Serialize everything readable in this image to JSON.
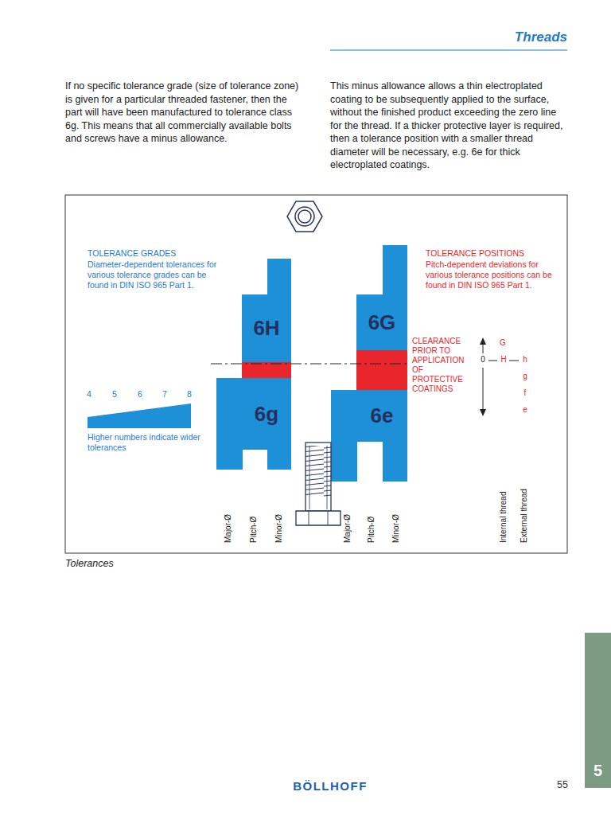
{
  "diagram": {
    "title": "Threads",
    "caption": "Tolerances",
    "nodes": [
      {
        "text": [
          "6H"
        ]
      },
      {
        "text": [
          "6G"
        ]
      },
      {
        "text": [
          "6g"
        ]
      },
      {
        "text": [
          "6e"
        ]
      },
      {
        "text": [
          "5"
        ]
      }
    ],
    "labels": [
      "If no specific tolerance grade (size of tolerance zone) is given for a particular threaded fastener, then the part will have been manufactured to tolerance class 6g. This means that all commercially available bolts and screws have a minus allowance.",
      "This minus allowance allows a thin electroplated coating to be subsequently applied to the surface, without the finished product exceeding the zero line for the thread. If a thicker protective layer is required, then a tolerance position with a smaller thread diameter will be necessary, e.g. 6e for thick electroplated coatings.",
      "TOLERANCE GRADES",
      "Diameter-dependent tolerances for various tolerance grades can be found in DIN ISO 965 Part 1.",
      "4",
      "5",
      "6",
      "7",
      "8",
      "Higher numbers indicate wider tolerances",
      "TOLERANCE POSITIONS",
      "Pitch-dependent deviations for various tolerance positions can be found in DIN ISO 965 Part 1.",
      "CLEARANCE PRIOR TO APPLICATION OF PROTECTIVE COATINGS",
      "G",
      "0",
      "H",
      "h",
      "g",
      "f",
      "e",
      "Major-Ø",
      "Pitch-Ø",
      "Minor-Ø",
      "Major-Ø",
      "Pitch-Ø",
      "Minor-Ø",
      "Internal thread",
      "External thread",
      "55",
      "BÖLLHOFF"
    ]
  }
}
